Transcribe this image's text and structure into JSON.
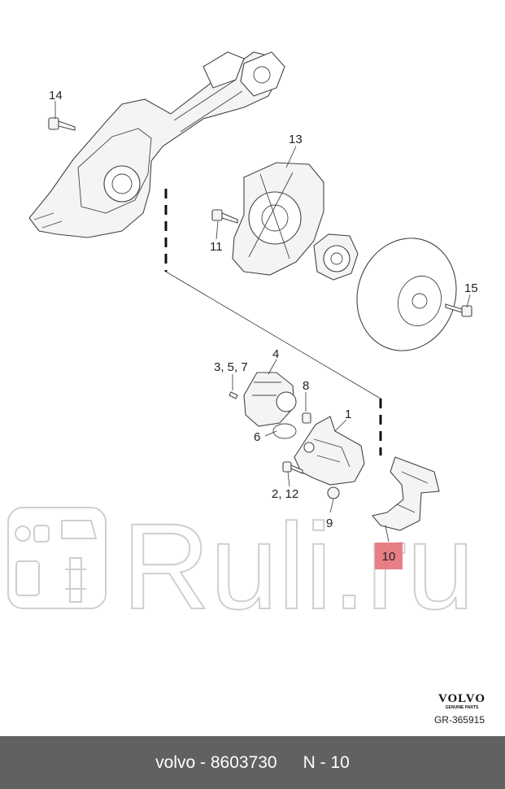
{
  "footer": {
    "brand_part": "volvo - 8603730",
    "position": "N - 10"
  },
  "brand": {
    "logo": "VOLVO",
    "tagline": "GENUINE PARTS",
    "drawing_id": "GR-365915"
  },
  "watermark": {
    "text": "Ruli.ru"
  },
  "callouts": {
    "c1": "1",
    "c2_12": "2, 12",
    "c3_5_7": "3, 5, 7",
    "c4": "4",
    "c6": "6",
    "c8": "8",
    "c9": "9",
    "c10": "10",
    "c11": "11",
    "c13": "13",
    "c14": "14",
    "c15": "15"
  },
  "highlight": {
    "color": "#e6717a",
    "part": "10"
  }
}
